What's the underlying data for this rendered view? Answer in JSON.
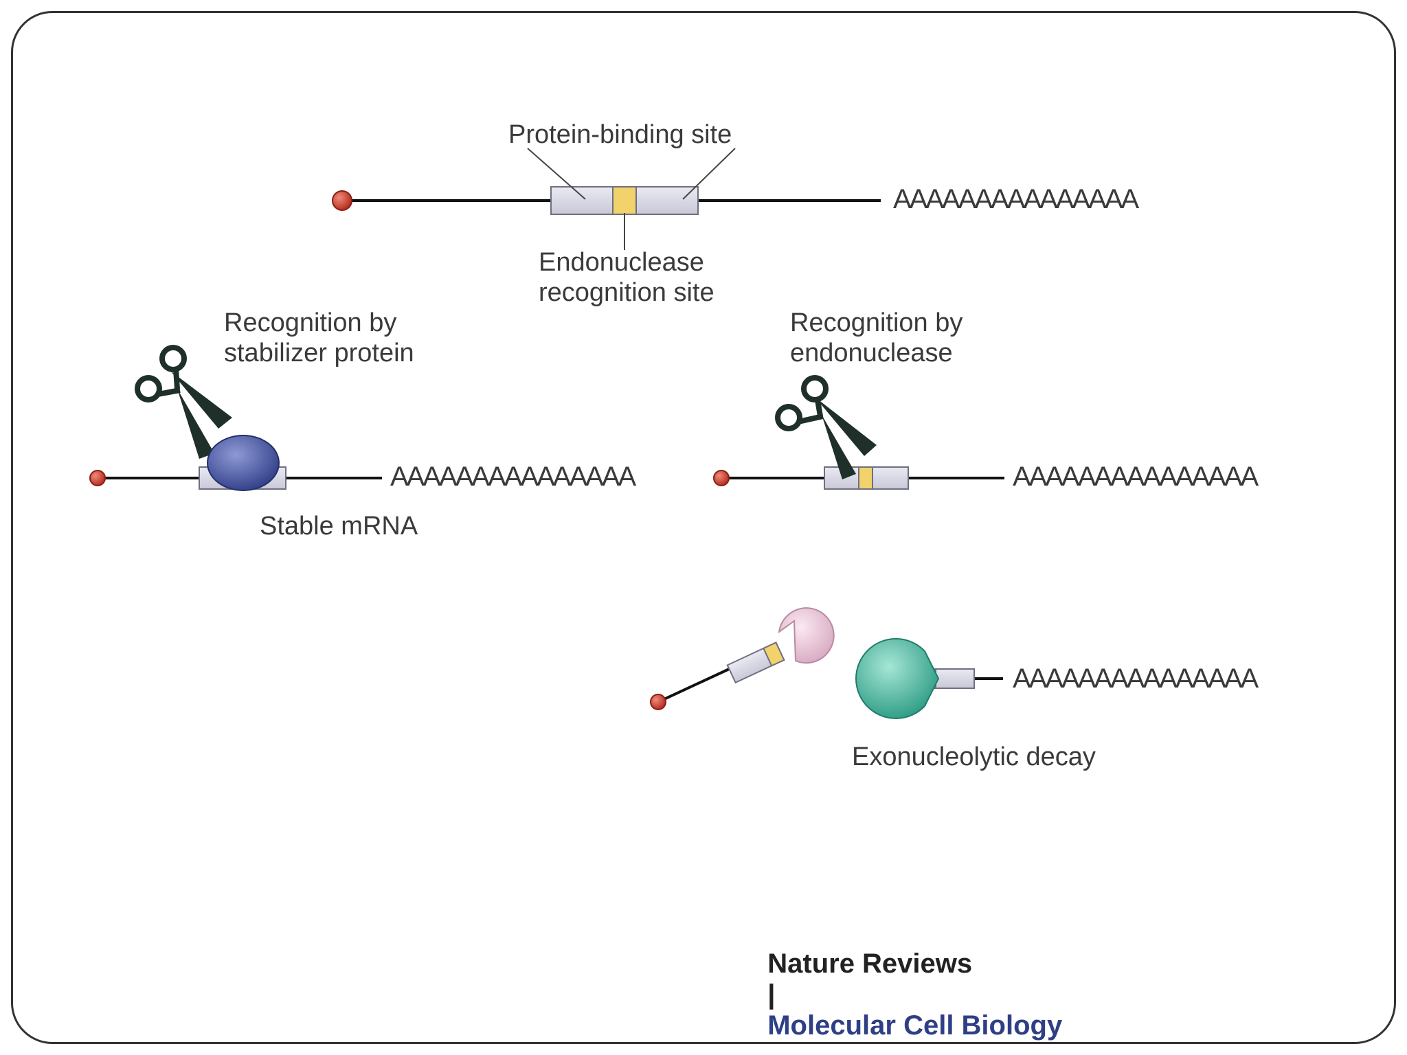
{
  "labels": {
    "protein_binding_site": "Protein-binding site",
    "endonuclease_recognition_site": "Endonuclease\nrecognition site",
    "recognition_stabilizer": "Recognition by\nstabilizer protein",
    "stable_mrna": "Stable mRNA",
    "recognition_endonuclease": "Recognition by\nendonuclease",
    "exonucleolytic_decay": "Exonucleolytic decay"
  },
  "poly_a_tail": "AAAAAAAAAAAAAAA",
  "caption": {
    "journal": "Nature Reviews",
    "separator": "|",
    "section": "Molecular Cell Biology"
  },
  "colors": {
    "cap": "#c0392b",
    "site_box": "#d8d8e6",
    "recognition_band": "#f2d36b",
    "stabilizer_protein": "#3f4f9a",
    "endonuclease_fragment": "#e7c2d6",
    "exonuclease": "#3aae96",
    "journal_text": "#222222",
    "section_text": "#2f3f86"
  },
  "icons": [
    "scissors-icon",
    "stabilizer-protein-icon",
    "exonuclease-icon",
    "cap-icon"
  ]
}
